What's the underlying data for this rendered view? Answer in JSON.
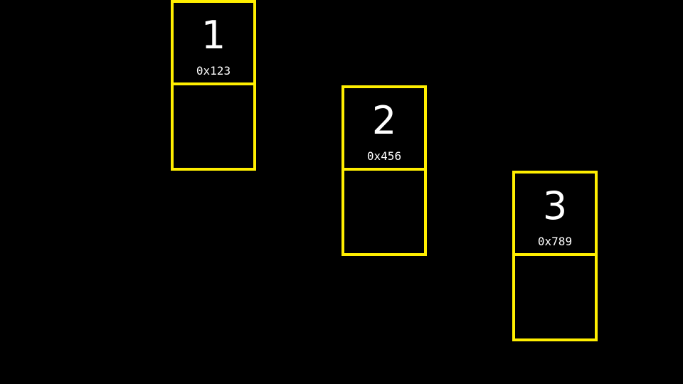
{
  "colors": {
    "background": "#000000",
    "box_stroke": "#ffee00",
    "text": "#ffffff"
  },
  "nodes": [
    {
      "value": "1",
      "address": "0x123"
    },
    {
      "value": "2",
      "address": "0x456"
    },
    {
      "value": "3",
      "address": "0x789"
    }
  ]
}
